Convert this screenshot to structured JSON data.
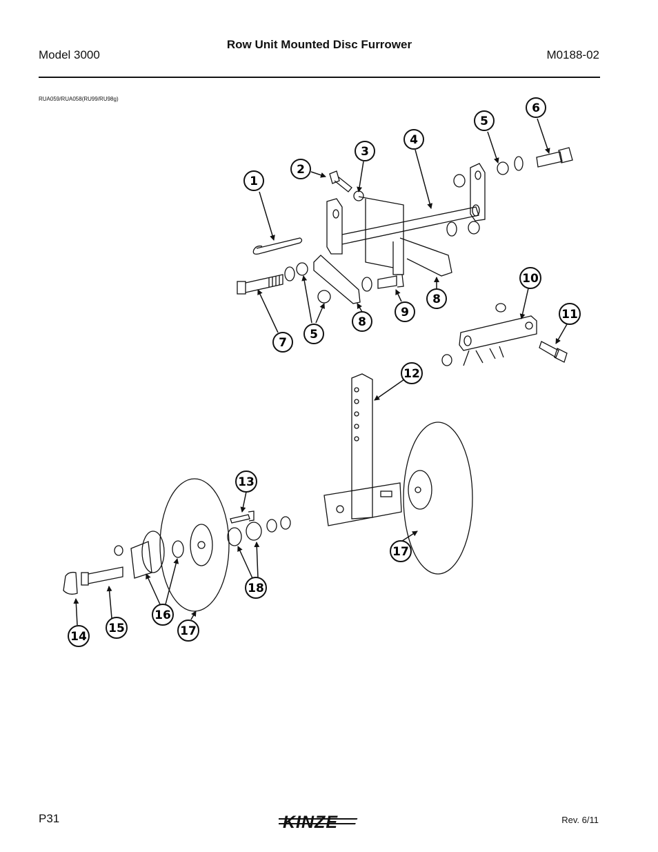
{
  "header": {
    "model": "Model 3000",
    "title": "Row Unit Mounted Disc Furrower",
    "doc_number": "M0188-02"
  },
  "figure": {
    "reference": "RUA059/RUA058(RU99/RU98g)",
    "callouts": [
      "1",
      "2",
      "3",
      "4",
      "5",
      "6",
      "7",
      "5",
      "8",
      "8",
      "9",
      "10",
      "11",
      "12",
      "13",
      "14",
      "15",
      "16",
      "17",
      "17",
      "18"
    ]
  },
  "footer": {
    "page": "P31",
    "brand": "KINZE",
    "revision": "Rev. 6/11"
  }
}
